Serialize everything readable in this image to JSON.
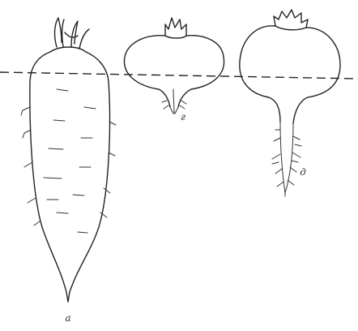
{
  "labels": {
    "carrot": "а",
    "flat_root": "г",
    "round_root": "д"
  },
  "colors": {
    "ink": "#222222",
    "background": "#ffffff"
  }
}
